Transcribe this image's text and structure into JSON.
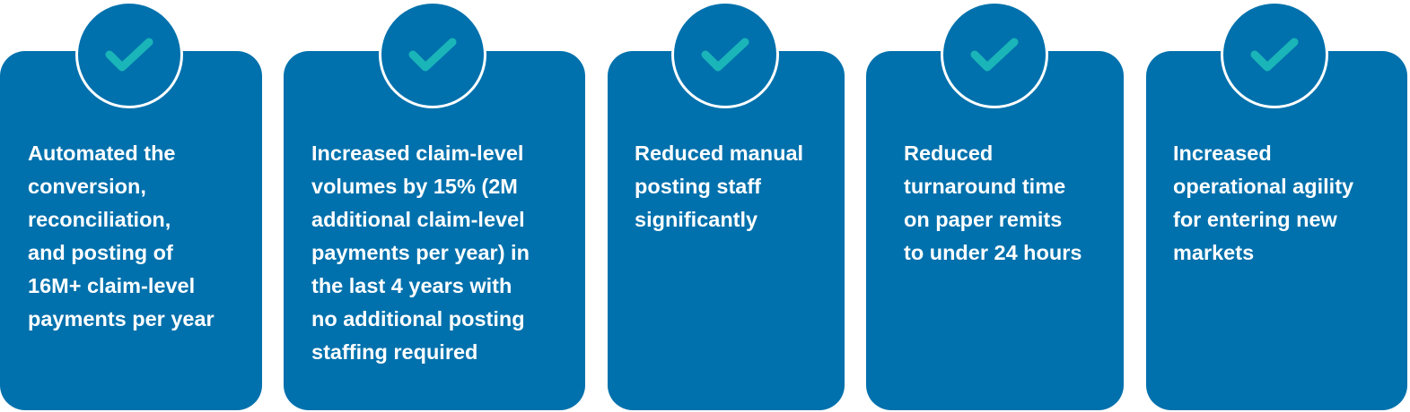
{
  "colors": {
    "card_background": "#0071ad",
    "check": "#1ab5b8",
    "text": "#ffffff",
    "badge_border": "#ffffff"
  },
  "badge_icon": "check-icon",
  "cards": [
    {
      "text": "Automated the\nconversion,\nreconciliation,\nand posting of\n16M+ claim-level\npayments per year"
    },
    {
      "text": "Increased claim-level\nvolumes by 15% (2M\nadditional claim-level\npayments per year) in\nthe last 4 years with\nno additional posting\nstaffing required"
    },
    {
      "text": "Reduced manual\nposting staff\nsignificantly"
    },
    {
      "text": "Reduced\nturnaround time\non paper remits\nto under 24 hours"
    },
    {
      "text": "Increased\noperational agility\nfor entering new\nmarkets"
    }
  ]
}
